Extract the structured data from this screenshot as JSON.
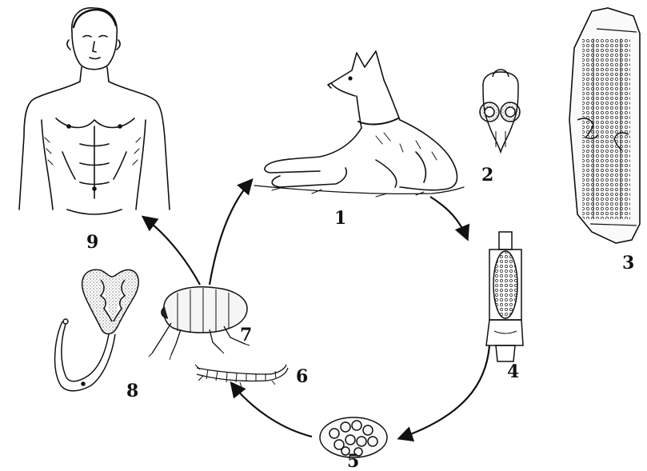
{
  "labels": {
    "n1": "1",
    "n2": "2",
    "n3": "3",
    "n4": "4",
    "n5": "5",
    "n6": "6",
    "n7": "7",
    "n8": "8",
    "n9": "9"
  },
  "colors": {
    "ink": "#111111",
    "paper": "#ffffff",
    "shade": "#9a9a9a"
  }
}
